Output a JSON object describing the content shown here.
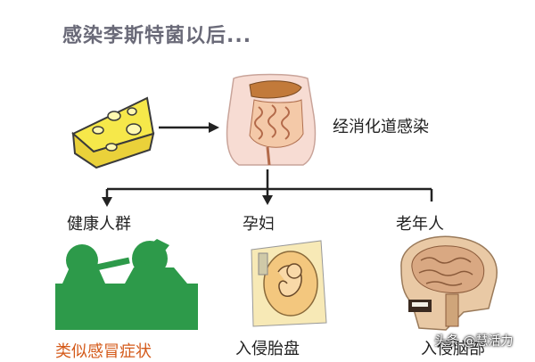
{
  "title": "感染李斯特菌以后...",
  "gi_label": "经消化道感染",
  "groups": {
    "healthy": "健康人群",
    "pregnant": "孕妇",
    "elderly": "老年人"
  },
  "outcomes": {
    "healthy": "类似感冒症状",
    "pregnant": "入侵胎盘",
    "elderly": "入侵脑部"
  },
  "watermark": "头条 @慧活力",
  "colors": {
    "title": "#6a6a78",
    "cheese": "#f4e23a",
    "figures": "#2d9a4a",
    "outcome_healthy": "#d45a1a"
  }
}
